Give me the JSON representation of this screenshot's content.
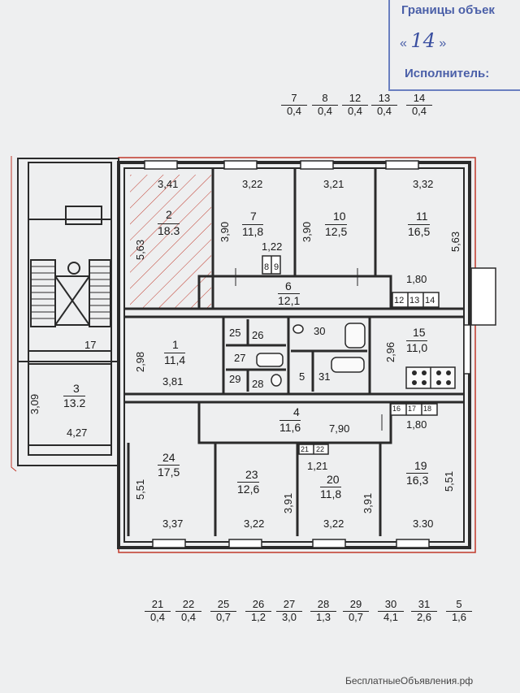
{
  "stamp": {
    "title": "Границы объек",
    "number_prefix": "«",
    "number_hand": "14",
    "number_suffix": "»",
    "executor": "Исполнитель:"
  },
  "top_legend": [
    {
      "n": "7",
      "v": "0,4"
    },
    {
      "n": "8",
      "v": "0,4"
    },
    {
      "n": "12",
      "v": "0,4"
    },
    {
      "n": "13",
      "v": "0,4"
    },
    {
      "n": "14",
      "v": "0,4"
    }
  ],
  "bottom_legend": [
    {
      "n": "21",
      "v": "0,4"
    },
    {
      "n": "22",
      "v": "0,4"
    },
    {
      "n": "25",
      "v": "0,7"
    },
    {
      "n": "26",
      "v": "1,2"
    },
    {
      "n": "27",
      "v": "3,0"
    },
    {
      "n": "28",
      "v": "1,3"
    },
    {
      "n": "29",
      "v": "0,7"
    },
    {
      "n": "30",
      "v": "4,1"
    },
    {
      "n": "31",
      "v": "2,6"
    },
    {
      "n": "5",
      "v": "1,6"
    }
  ],
  "rooms": {
    "r2": {
      "num": "2",
      "area": "18.3",
      "w": "3,41",
      "h": "5,63"
    },
    "r7": {
      "num": "7",
      "area": "11,8",
      "w": "3,22",
      "h": "3,90"
    },
    "r10": {
      "num": "10",
      "area": "12,5",
      "w": "3,21",
      "h": "3,90"
    },
    "r11": {
      "num": "11",
      "area": "16,5",
      "w": "3,32",
      "h": "5,63"
    },
    "r6": {
      "num": "6",
      "area": "12,1"
    },
    "r1": {
      "num": "1",
      "area": "11,4",
      "w": "3,81",
      "h": "2,98"
    },
    "r15": {
      "num": "15",
      "area": "11,0",
      "h": "2,96"
    },
    "r3": {
      "num": "3",
      "area": "13.2",
      "w": "4,27",
      "h": "3,09"
    },
    "r4": {
      "num": "4",
      "area": "11,6",
      "w": "7,90"
    },
    "r24": {
      "num": "24",
      "area": "17,5",
      "w": "3,37",
      "h": "5,51"
    },
    "r23": {
      "num": "23",
      "area": "12,6",
      "w": "3,22",
      "h": "3,91"
    },
    "r20": {
      "num": "20",
      "area": "11,8",
      "w": "3,22",
      "h": "3,91"
    },
    "r19": {
      "num": "19",
      "area": "16,3",
      "w": "3.30",
      "h": "5,51"
    }
  },
  "small_labels": {
    "r17": "17",
    "r25": "25",
    "r26": "26",
    "r27": "27",
    "r28": "28",
    "r29": "29",
    "r30": "30",
    "r31": "31",
    "r5": "5",
    "r8": "8",
    "r9": "9",
    "r12": "12",
    "r13": "13",
    "r14": "14",
    "r16": "16",
    "r17b": "17",
    "r18": "18",
    "r21": "21",
    "r22": "22",
    "d122": "1,22",
    "d180a": "1,80",
    "d180b": "1,80",
    "d121": "1,21"
  },
  "watermark": "БесплатныеОбъявления.рф",
  "colors": {
    "wall": "#2a2a2a",
    "boundary": "#c0392b",
    "stamp": "#4a5fa8",
    "paper": "#eeeff0"
  }
}
